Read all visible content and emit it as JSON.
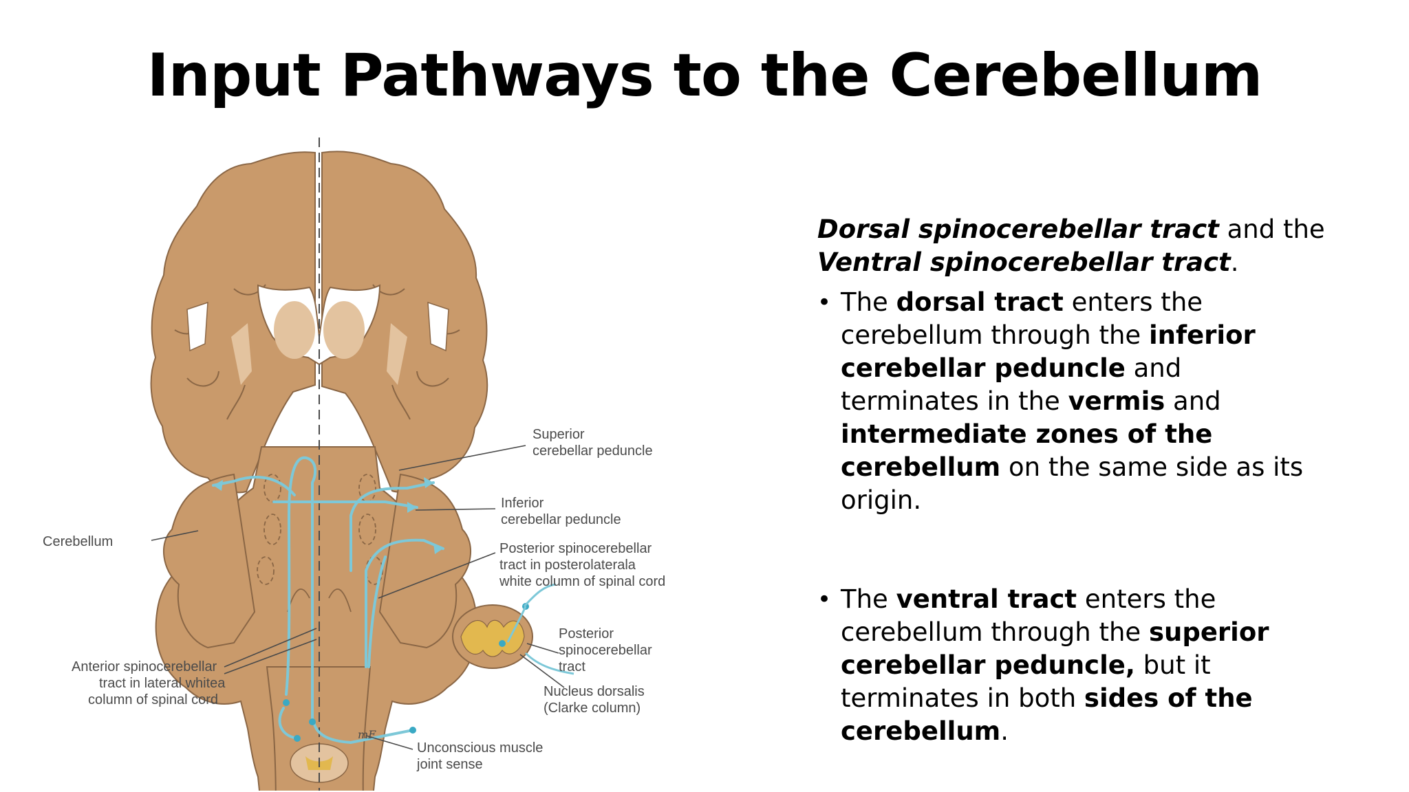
{
  "title": "Input Pathways to the Cerebellum",
  "diagram_labels": {
    "superior_cp_1": "Superior",
    "superior_cp_2": "cerebellar peduncle",
    "inferior_cp_1": "Inferior",
    "inferior_cp_2": "cerebellar peduncle",
    "cerebellum": "Cerebellum",
    "posterior_tract_1": "Posterior spinocerebellar",
    "posterior_tract_2": "tract in posterolaterala",
    "posterior_tract_3": "white column of spinal cord",
    "posterior_sc_1": "Posterior",
    "posterior_sc_2": "spinocerebellar",
    "posterior_sc_3": "tract",
    "anterior_1": "Anterior spinocerebellar",
    "anterior_2": "tract in lateral whitea",
    "anterior_3": "column of spinal cord",
    "nucleus_1": "Nucleus dorsalis",
    "nucleus_2": "(Clarke column)",
    "unconscious_1": "Unconscious muscle",
    "unconscious_2": "joint sense",
    "signature": "mF"
  },
  "text": {
    "intro": {
      "part1": "Dorsal spinocerebellar tract",
      "part2": " and the ",
      "part3": "Ventral spinocerebellar tract",
      "part4": "."
    },
    "bullet1": {
      "t1": "The ",
      "b1": "dorsal tract",
      "t2": " enters the cerebellum through the ",
      "b2": "inferior cerebellar peduncle",
      "t3": " and terminates in the ",
      "b3": "vermis",
      "t4": " and ",
      "b4": "intermediate zones of the cerebellum",
      "t5": " on the same side as its origin."
    },
    "bullet2": {
      "t1": "The ",
      "b1": "ventral tract",
      "t2": " enters the cerebellum through the ",
      "b2": "superior cerebellar peduncle,",
      "t3": " but it terminates in both ",
      "b3": "sides of the cerebellum",
      "t4": "."
    }
  },
  "colors": {
    "tissue": "#c99a6b",
    "tissue_light": "#e3c39f",
    "outline": "#8a6645",
    "pathway": "#7dc8d8",
    "pathway_dark": "#3aa9c4",
    "gray_matter": "#e2b84f"
  }
}
